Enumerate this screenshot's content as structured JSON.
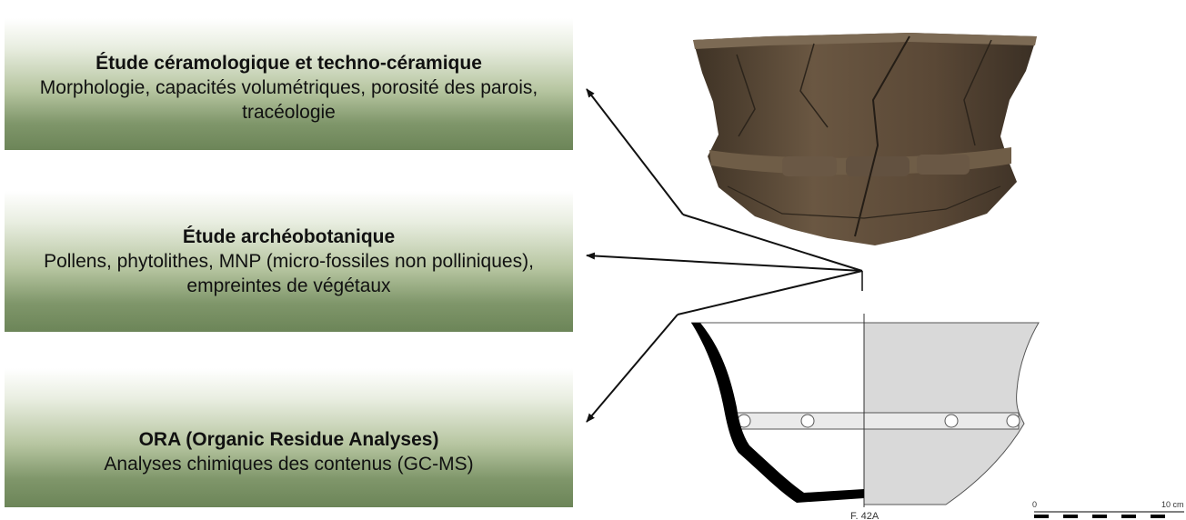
{
  "boxes": [
    {
      "title": "Étude céramologique et techno-céramique",
      "description": "Morphologie, capacités volumétriques, porosité des parois, tracéologie"
    },
    {
      "title": "Étude archéobotanique",
      "description": "Pollens, phytolithes, MNP (micro-fossiles non polliniques), empreintes de végétaux"
    },
    {
      "title": "ORA (Organic Residue Analyses)",
      "description": "Analyses chimiques des contenus (GC-MS)"
    }
  ],
  "drawing": {
    "specimen_label": "F. 42A",
    "scale_min": "0",
    "scale_max": "10 cm"
  },
  "colors": {
    "box_gradient_bottom": "#6c8558",
    "pot_body": "#5b4a38",
    "drawing_fill": "#d9d9d9"
  }
}
